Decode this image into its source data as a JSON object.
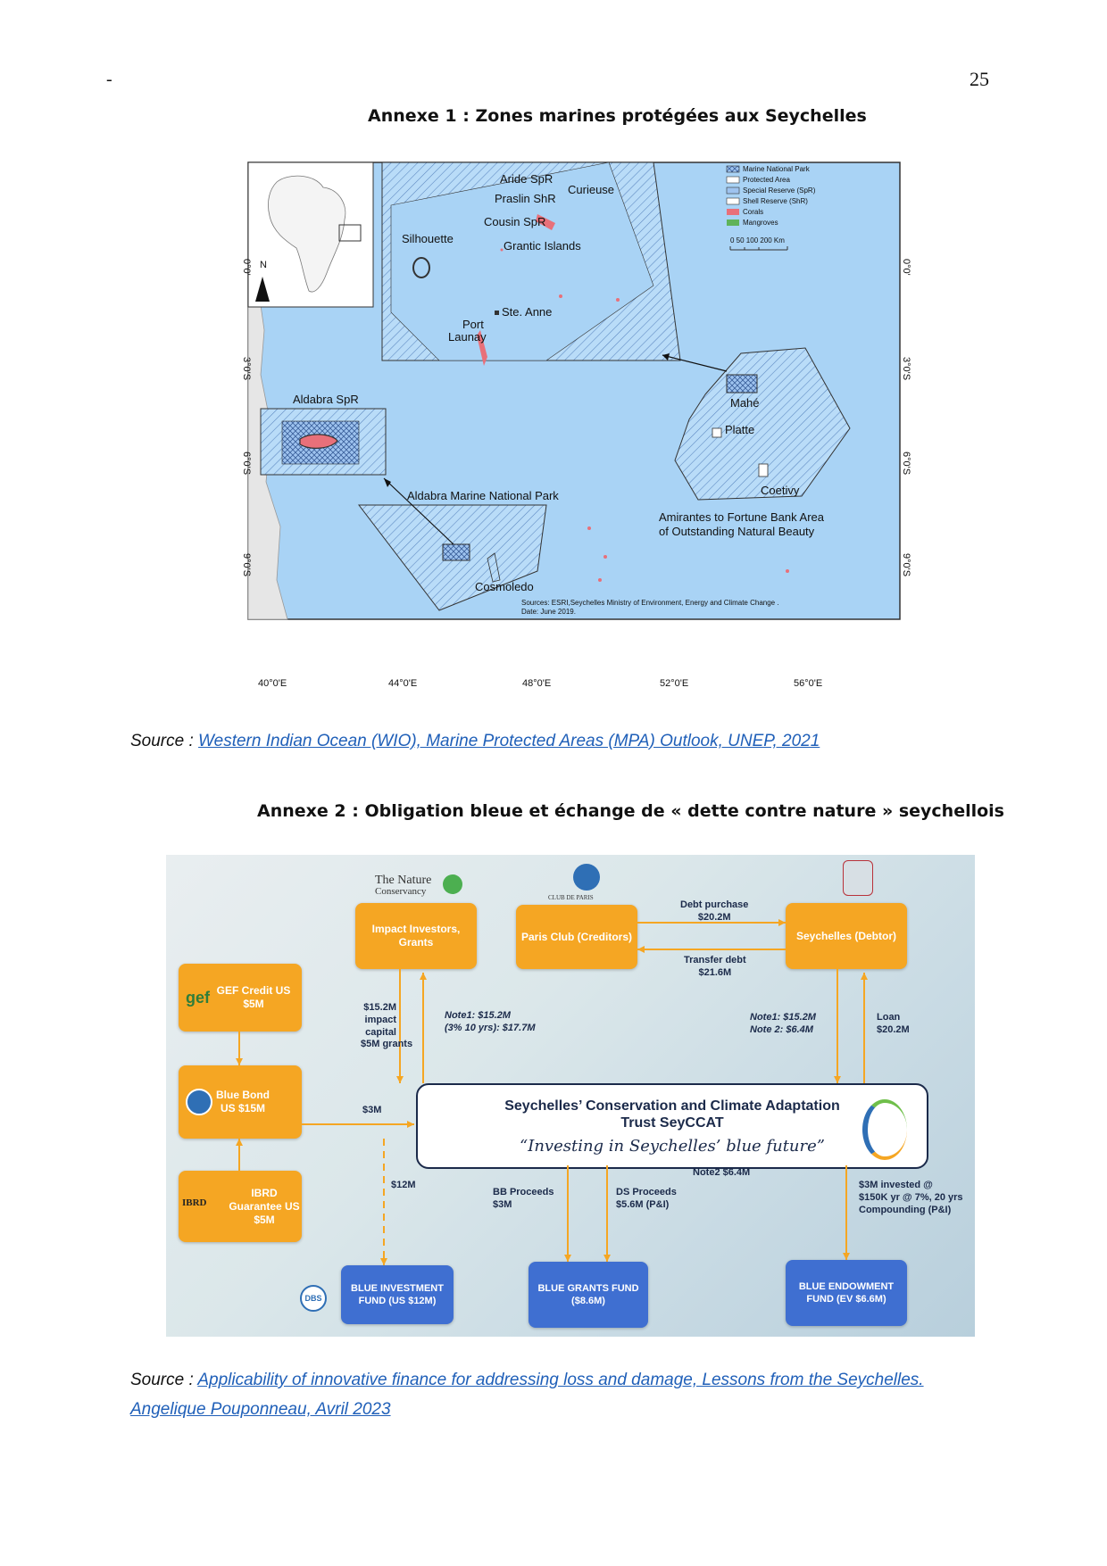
{
  "page": {
    "dash": "-",
    "number": "25"
  },
  "annex1": {
    "title": "Annexe 1 : Zones marines protégées aux Seychelles",
    "map": {
      "top_ticks": [
        "40°0'E",
        "44°0'E",
        "48°0'E",
        "52°0'E",
        "56°0'E"
      ],
      "side_ticks": [
        "0°0'",
        "3°0'S",
        "6°0'S",
        "9°0'S"
      ],
      "north_label": "N",
      "labels": {
        "aride": "Aride SpR",
        "praslin": "Praslin ShR",
        "curieuse": "Curieuse",
        "cousin": "Cousin SpR",
        "silhouette": "Silhouette",
        "grantic": "Grantic Islands",
        "ste_anne": "Ste. Anne",
        "port": "Port",
        "launay": "Launay",
        "aldabra_spr": "Aldabra SpR",
        "mahe": "Mahé",
        "platte": "Platte",
        "coetivy": "Coetivy",
        "aldabra_mnp": "Aldabra Marine National Park",
        "amirantes_1": "Amirantes to Fortune Bank Area",
        "amirantes_2": "of Outstanding Natural Beauty",
        "cosmoledo": "Cosmoledo"
      },
      "legend": [
        {
          "label": "Marine National Park",
          "color": "#333333"
        },
        {
          "label": "Protected Area",
          "color": "#ffffff"
        },
        {
          "label": "Special Reserve (SpR)",
          "color": "#9ec3ef"
        },
        {
          "label": "Shell Reserve (ShR)",
          "color": "#ffffff"
        },
        {
          "label": "Corals",
          "color": "#e8707a"
        },
        {
          "label": "Mangroves",
          "color": "#5fb35a"
        }
      ],
      "scale_label": "0   50 100      200 Km",
      "sources_line1": "Sources: ESRI,Seychelles Ministry of Environment, Energy and Climate Change .",
      "sources_line2": "Date: June 2019.",
      "colors": {
        "sea": "#a9d3f5",
        "land": "#e8e8e8",
        "hatch": "#5a86c0"
      }
    },
    "source_prefix": "Source : ",
    "source_link": "Western Indian Ocean (WIO), Marine Protected Areas (MPA) Outlook, UNEP, 2021"
  },
  "annex2": {
    "title": "Annexe 2 : Obligation bleue et échange de « dette contre nature » seychellois",
    "logos": {
      "nature_1": "The Nature",
      "nature_2": "Conservancy",
      "paris_club": "CLUB DE PARIS",
      "gef": "gef",
      "ibrd": "IBRD",
      "dbs": "DBS"
    },
    "boxes": {
      "impact": "Impact Investors, Grants",
      "paris": "Paris Club (Creditors)",
      "seychelles": "Seychelles (Debtor)",
      "gef": "GEF Credit US $5M",
      "bond": "Blue Bond US $15M",
      "ibrd": "IBRD Guarantee US $5M",
      "invest_fund": "BLUE INVESTMENT FUND (US $12M)",
      "grants_fund": "BLUE GRANTS FUND ($8.6M)",
      "endow_fund": "BLUE ENDOWMENT FUND (EV $6.6M)"
    },
    "notes": {
      "debt_purchase": "Debt purchase",
      "debt_purchase_amt": "$20.2M",
      "transfer_debt": "Transfer debt",
      "transfer_debt_amt": "$21.6M",
      "impact_capital_1": "$15.2M",
      "impact_capital_2": "impact",
      "impact_capital_3": "capital",
      "impact_capital_4": "$5M grants",
      "note1_left_1": "Note1: $15.2M",
      "note1_left_2": "(3% 10 yrs): $17.7M",
      "note1_right_1": "Note1: $15.2M",
      "note1_right_2": "Note 2: $6.4M",
      "loan_1": "Loan",
      "loan_2": "$20.2M",
      "three_m": "$3M",
      "twelve_m": "$12M",
      "note2": "Note2 $6.4M",
      "bb_1": "BB Proceeds",
      "bb_2": "$3M",
      "ds_1": "DS Proceeds",
      "ds_2": "$5.6M (P&I)",
      "endow_1": "$3M invested @",
      "endow_2": "$150K yr @ 7%, 20 yrs",
      "endow_3": "Compounding (P&I)"
    },
    "trust_title_1": "Seychelles’ Conservation and Climate Adaptation",
    "trust_title_2": "Trust SeyCCAT",
    "trust_tagline": "“Investing in Seychelles’ blue future”",
    "colors": {
      "orange": "#f5a623",
      "blue": "#3f6fd1",
      "navy": "#1b2a4a"
    },
    "source_prefix": "Source : ",
    "source_link_1": "Applicability of innovative finance for addressing loss and damage, Lessons from the Seychelles.",
    "source_link_2": "Angelique Pouponneau, Avril 2023"
  }
}
